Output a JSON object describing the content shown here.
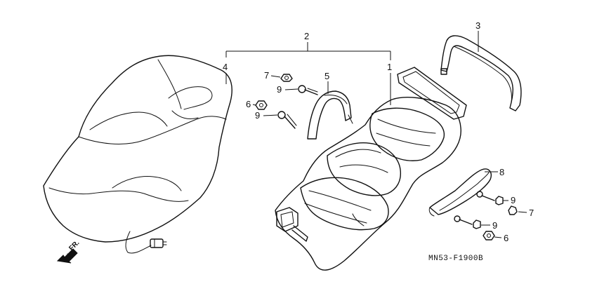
{
  "callouts": {
    "c1": "1",
    "c2": "2",
    "c3": "3",
    "c4": "4",
    "c5": "5",
    "c6a": "6",
    "c6b": "6",
    "c7a": "7",
    "c7b": "7",
    "c8": "8",
    "c9a": "9",
    "c9b": "9",
    "c9c": "9",
    "c9d": "9"
  },
  "direction_label": "FR.",
  "diagram_code": "MN53-F1900B"
}
